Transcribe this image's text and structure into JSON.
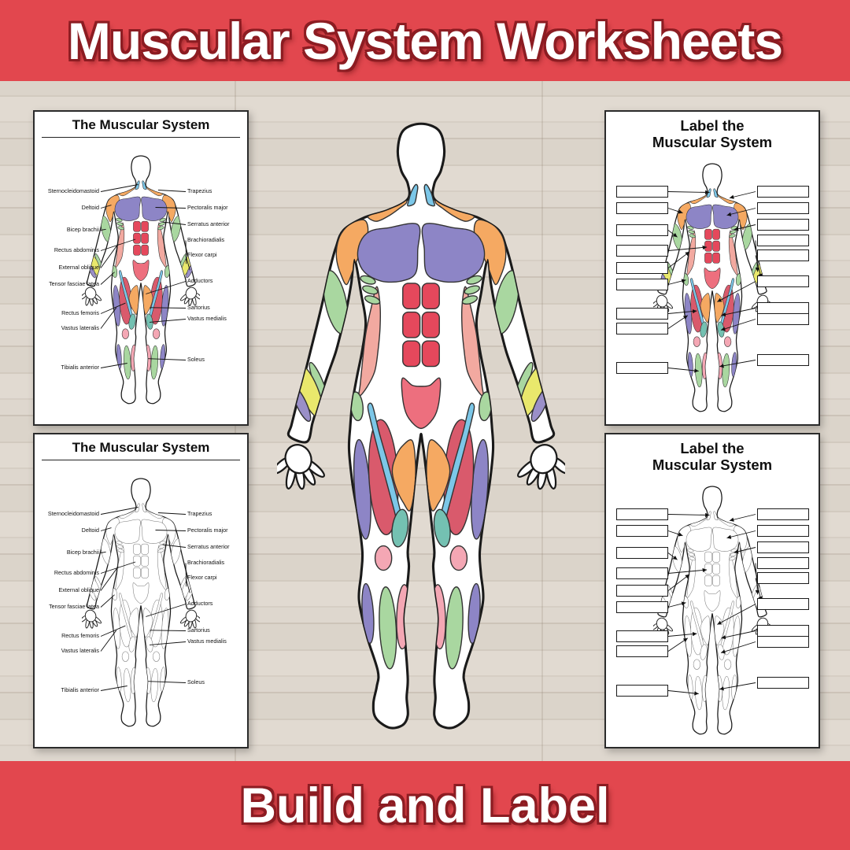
{
  "banners": {
    "top": "Muscular System Worksheets",
    "bottom": "Build and Label"
  },
  "worksheets": {
    "labeled_title": "The Muscular System",
    "blank_title_line1": "Label the",
    "blank_title_line2": "Muscular System",
    "left_labels": [
      "Sternocleidomastoid",
      "Deltoid",
      "Bicep brachii",
      "Rectus abdominis",
      "External oblique",
      "Tensor fasciae latea",
      "Rectus femoris",
      "Vastus lateralis",
      "Tibialis anterior"
    ],
    "right_labels": [
      "Trapezius",
      "Pectoralis major",
      "Serratus anterior",
      "Brachioradialis",
      "Flexor carpi",
      "Adductors",
      "Sartorius",
      "Vastus medialis",
      "Soleus"
    ]
  },
  "colors": {
    "banner_red": "#E2474E",
    "banner_text": "#FFFFFF",
    "banner_outline": "#8C1C22",
    "wood_base": "#DCD5CC",
    "card_bg": "#FFFFFF",
    "card_border": "#2B2B2B"
  },
  "muscle_colors": {
    "sternocleidomastoid": "#7CC7E8",
    "trapezius": "#F5A962",
    "deltoid": "#F5A962",
    "pectoralis_major": "#8D85C6",
    "biceps_brachii": "#A9D7A0",
    "serratus_anterior": "#A9D7A0",
    "external_oblique": "#F2A9A0",
    "rectus_abdominis": "#E5485C",
    "lower_abdomen": "#ED6F7E",
    "brachioradialis": "#E9E86C",
    "forearm_flexors": "#9A8FC8",
    "forearm_extensors": "#A9D7A0",
    "tensor_fasciae_latae": "#A9D7A0",
    "sartorius": "#7CC7E8",
    "rectus_femoris": "#D95A6C",
    "vastus_lateralis": "#8D85C6",
    "vastus_medialis": "#74C1B2",
    "adductors": "#F5A962",
    "knee": "#F4A7B4",
    "tibialis_anterior": "#A9D7A0",
    "soleus": "#F4A7B4",
    "peroneus": "#8D85C6"
  }
}
